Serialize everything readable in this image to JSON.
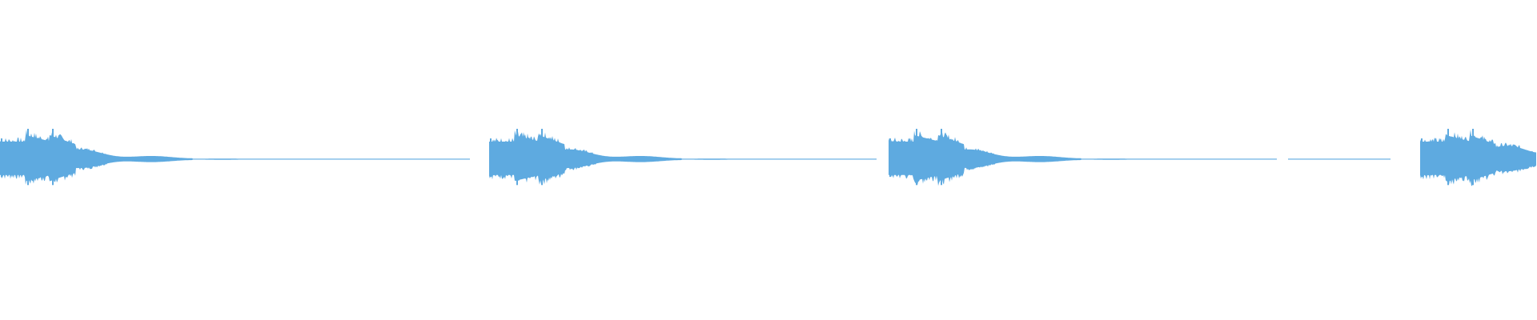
{
  "waveform": {
    "color": "#5eaae0",
    "background": "#ffffff",
    "clips": [
      {
        "start": 0.0,
        "end": 0.306,
        "decay": "long"
      },
      {
        "start": 0.318,
        "end": 0.571,
        "decay": "long"
      },
      {
        "start": 0.578,
        "end": 0.831,
        "decay": "long"
      },
      {
        "start": 0.838,
        "end": 0.905,
        "decay": "tail"
      },
      {
        "start": 0.924,
        "end": 1.0,
        "decay": "short"
      }
    ]
  }
}
